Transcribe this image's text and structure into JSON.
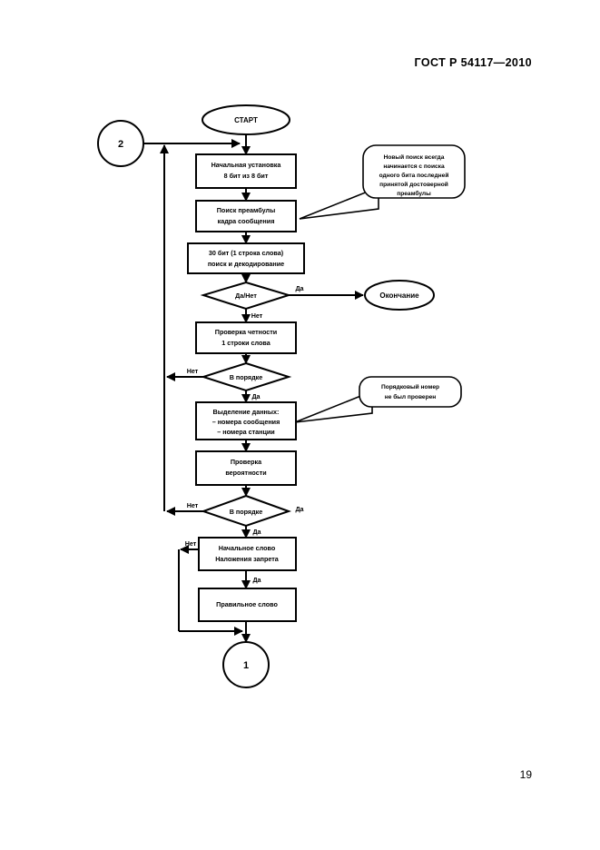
{
  "document": {
    "standard_header": "ГОСТ Р 54117—2010",
    "page_number": "19"
  },
  "flowchart": {
    "start_terminal": "СТАРТ",
    "end_terminal": "Окончание",
    "connector_in": "2",
    "connector_out": "1",
    "nodes": [
      {
        "id": "init",
        "type": "process",
        "lines": [
          "Начальная установка",
          "8 бит из 8 бит"
        ]
      },
      {
        "id": "preamble-search",
        "type": "process",
        "lines": [
          "Поиск преамбулы",
          "кадра сообщения"
        ]
      },
      {
        "id": "decode-30bit",
        "type": "process",
        "lines": [
          "30 бит (1 строка слова)",
          "поиск и декодирование"
        ]
      },
      {
        "id": "yes-no-decision",
        "type": "decision",
        "lines": [
          "Да/Нет"
        ]
      },
      {
        "id": "parity-check",
        "type": "process",
        "lines": [
          "Проверка четности",
          "1 строки слова"
        ]
      },
      {
        "id": "order-check-1",
        "type": "decision",
        "lines": [
          "В порядке"
        ]
      },
      {
        "id": "data-extract",
        "type": "process",
        "lines": [
          "Выделение данных:",
          "– номера сообщения",
          "– номера станции"
        ]
      },
      {
        "id": "probability-check",
        "type": "process",
        "lines": [
          "Проверка",
          "вероятности"
        ]
      },
      {
        "id": "order-check-2",
        "type": "decision",
        "lines": [
          "В порядке"
        ]
      },
      {
        "id": "start-word-ban",
        "type": "process",
        "lines": [
          "Начальное слово",
          "Наложения запрета"
        ]
      },
      {
        "id": "correct-word",
        "type": "process",
        "lines": [
          "Правильное слово"
        ]
      }
    ],
    "edge_labels": {
      "yes": "Да",
      "no": "Нет",
      "yes_no_right": "Да",
      "yes_no_down": "Нет",
      "order1_no": "Нет",
      "order1_yes": "Да",
      "order2_no": "Нет",
      "order2_yes_right": "Да",
      "order2_yes_down": "Да",
      "ban_no": "Нет",
      "ban_yes": "Да"
    },
    "callouts": [
      {
        "id": "callout-preamble",
        "lines": [
          "Новый поиск всегда",
          "начинается с поиска",
          "одного бита последней",
          "принятой достоверной",
          "преамбулы"
        ]
      },
      {
        "id": "callout-sequence",
        "lines": [
          "Порядковый номер",
          "не был проверен"
        ]
      }
    ]
  },
  "colors": {
    "ink": "#000000",
    "paper": "#ffffff"
  }
}
